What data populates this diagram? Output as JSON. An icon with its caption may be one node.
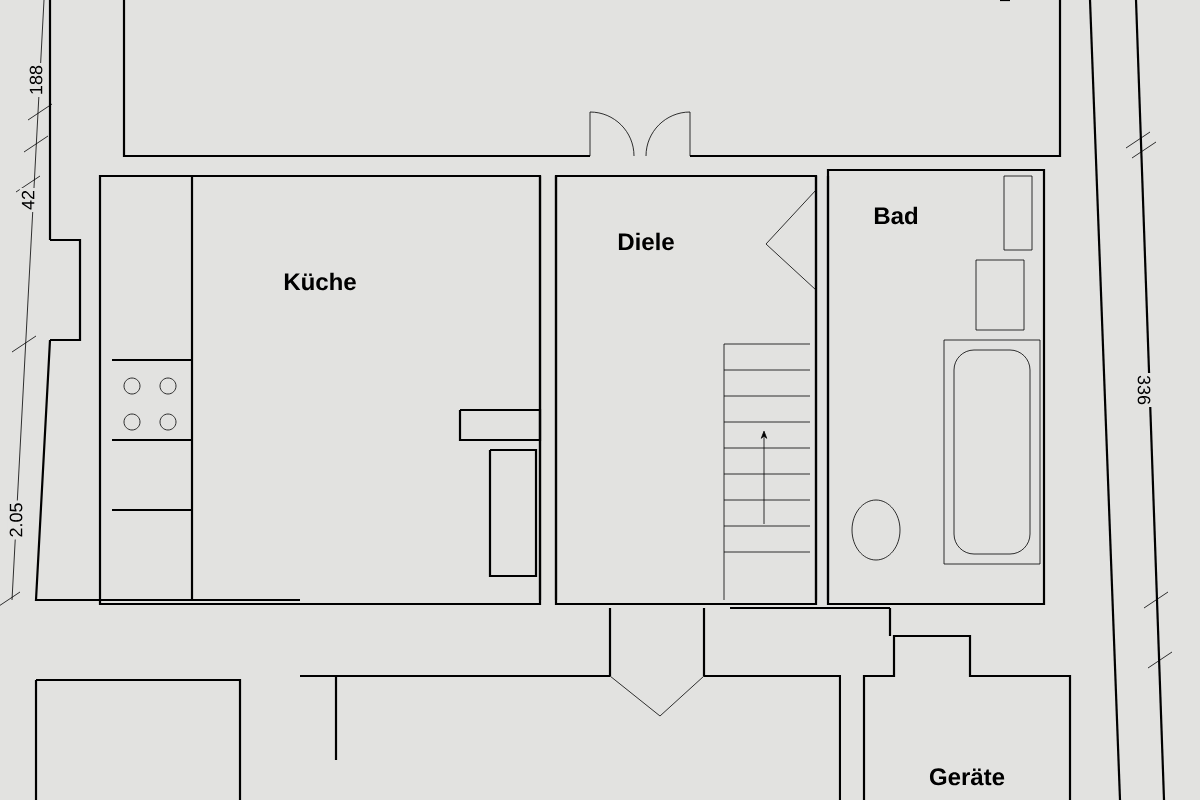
{
  "diagram": {
    "nodes": [
      {
        "text": [
          "Küche"
        ]
      },
      {
        "text": [
          "Diele"
        ]
      },
      {
        "text": [
          "Bad"
        ]
      },
      {
        "text": [
          "Geräte"
        ]
      }
    ],
    "labels": [
      "188",
      "42",
      "2.05",
      "336"
    ]
  }
}
